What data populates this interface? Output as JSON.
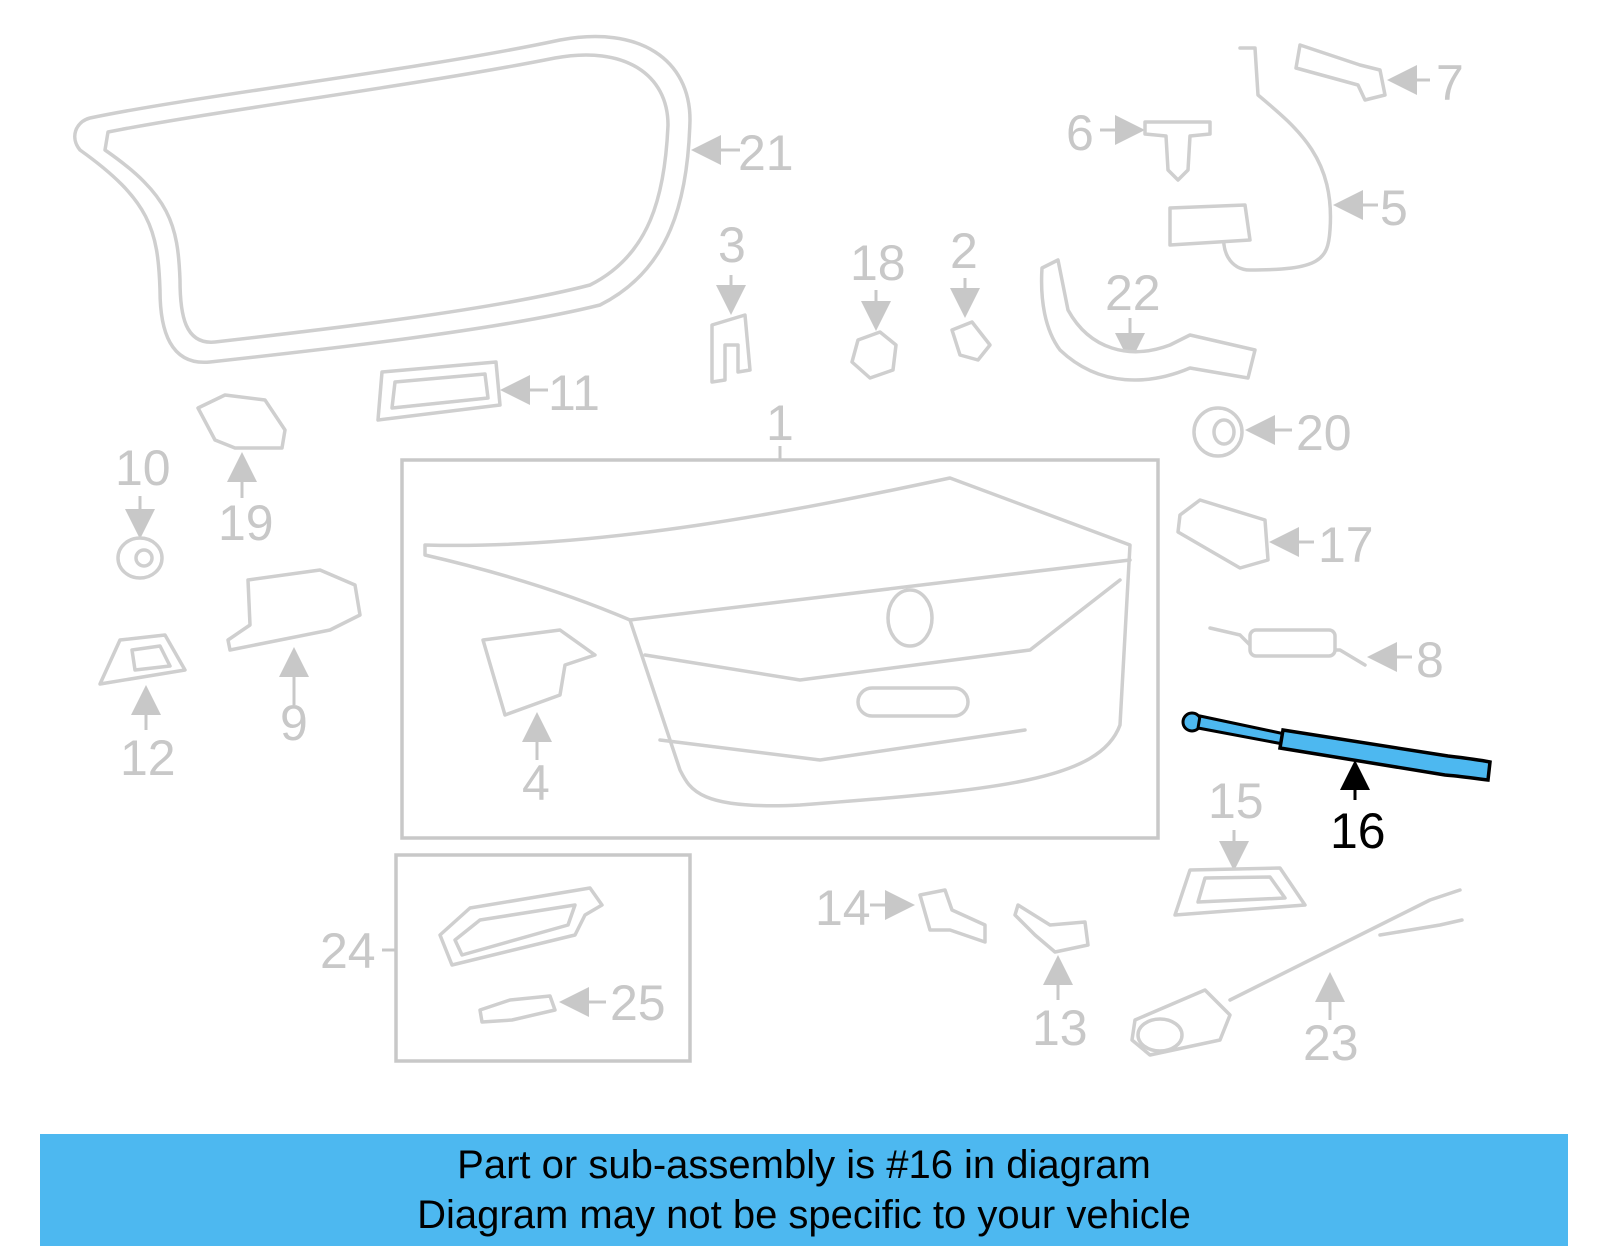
{
  "diagram": {
    "highlighted_part": "16",
    "highlight_color": "#4db8f0",
    "callouts": [
      "1",
      "2",
      "3",
      "4",
      "5",
      "6",
      "7",
      "8",
      "9",
      "10",
      "11",
      "12",
      "13",
      "14",
      "15",
      "16",
      "17",
      "18",
      "19",
      "20",
      "21",
      "22",
      "23",
      "24",
      "25"
    ]
  },
  "banner": {
    "line1": "Part or sub-assembly is #16 in diagram",
    "line2": "Diagram may not be specific to your vehicle",
    "background": "#4db8f0"
  }
}
